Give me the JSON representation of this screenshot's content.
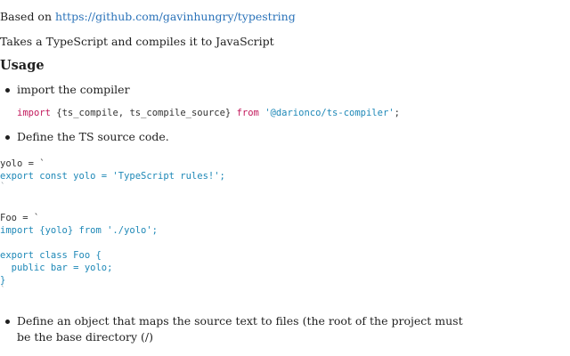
{
  "header": {
    "based_on_prefix": "Based on ",
    "repo_link": "https://github.com/gavinhungry/typestring"
  },
  "intro": {
    "description": "Takes a TypeScript and compiles it to JavaScript"
  },
  "usage": {
    "heading": "Usage",
    "step1": "import the compiler",
    "import_code": {
      "kw_import": "import",
      "names": " {ts_compile, ts_compile_source} ",
      "kw_from": "from",
      "space": " ",
      "module": "'@darionco/ts-compiler'",
      "semicolon": ";"
    },
    "step2": "Define the TS source code.",
    "code_lines": [
      "yolo = `",
      "export const yolo = 'TypeScript rules!';",
      "`",
      "Foo = `",
      "import {yolo} from './yolo';",
      "export class Foo {",
      "  public bar = yolo;",
      "}",
      "`"
    ],
    "step3_line1": "Define an object that maps the source text to files (the root of the project must",
    "step3_line2": "be the base directory (/)"
  }
}
